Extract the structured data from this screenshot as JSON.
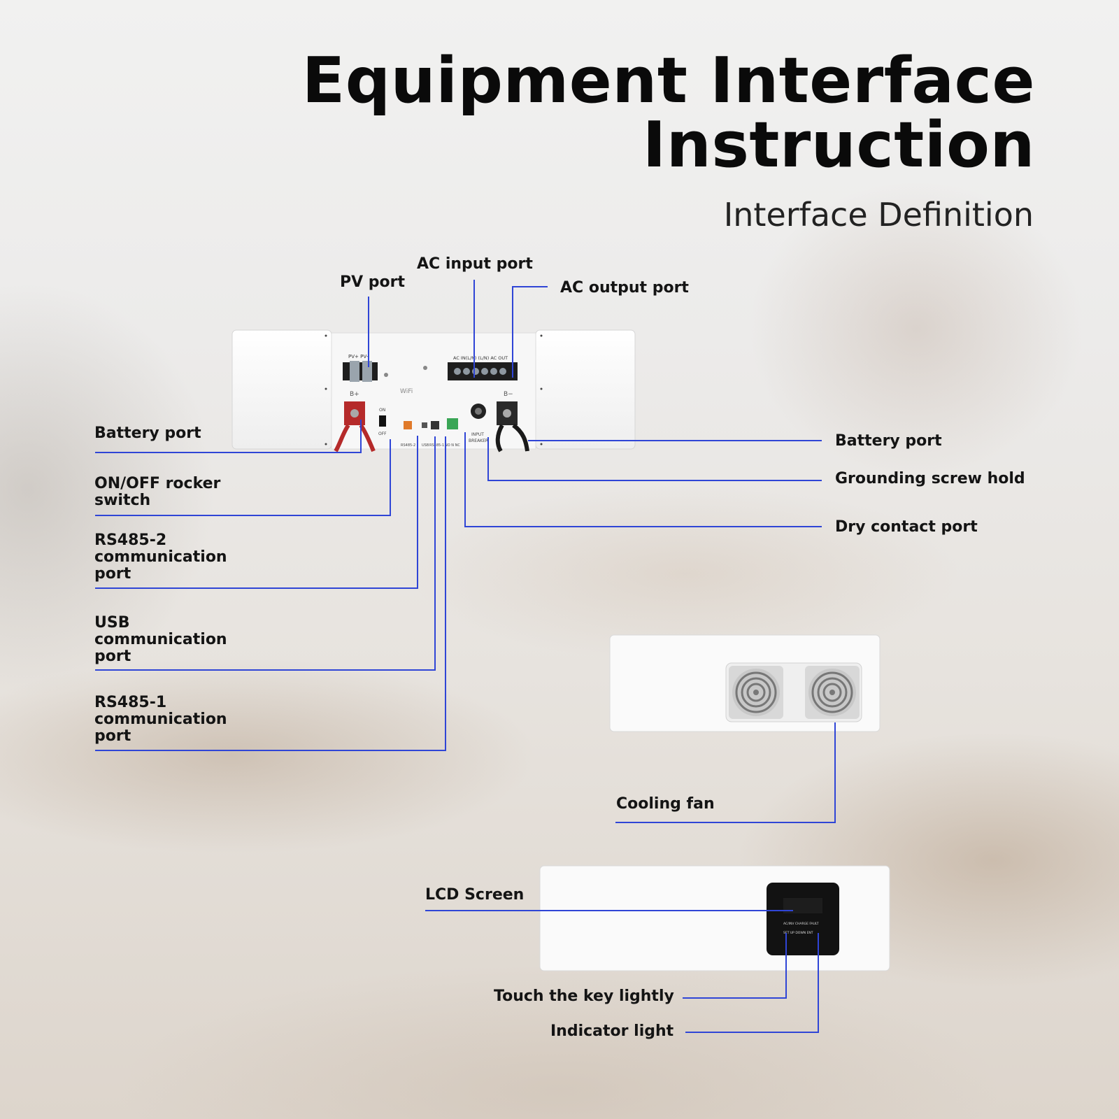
{
  "header": {
    "title_line1": "Equipment Interface",
    "title_line2": "Instruction",
    "subtitle": "Interface Definition"
  },
  "labels": {
    "pv_port": "PV port",
    "ac_input_port": "AC input port",
    "ac_output_port": "AC output port",
    "battery_port_left": "Battery port",
    "battery_port_right": "Battery port",
    "on_off_switch": "ON/OFF rocker switch",
    "rs485_2_port": "RS485-2 communication port",
    "usb_port": "USB communication port",
    "rs485_1_port": "RS485-1 communication port",
    "grounding_screw": "Grounding screw hold",
    "dry_contact_port": "Dry contact port",
    "cooling_fan": "Cooling fan",
    "lcd_screen": "LCD Screen",
    "touch_key": "Touch the key lightly",
    "indicator_light": "Indicator light"
  },
  "panel_text": {
    "pv_terminal": "PV+  PV-",
    "ac_terminal": "AC  IN(L/N)   (L/N) AC OUT",
    "b_plus": "B+",
    "b_minus": "B−",
    "wifi": "WiFi",
    "on": "ON",
    "off": "OFF",
    "rs485_2": "RS485-2",
    "usb": "USB",
    "rs485_1": "RS485-1",
    "dry_contact": "NO  N  NC",
    "input_breaker_1": "INPUT",
    "input_breaker_2": "BREAKER",
    "lcd_indicators": "AC/INV  CHARGE  FAULT",
    "lcd_keys": "SET   UP   DOWN   ENT"
  },
  "colors": {
    "leader_line": "#2f45d6",
    "title": "#0a0a0a"
  }
}
